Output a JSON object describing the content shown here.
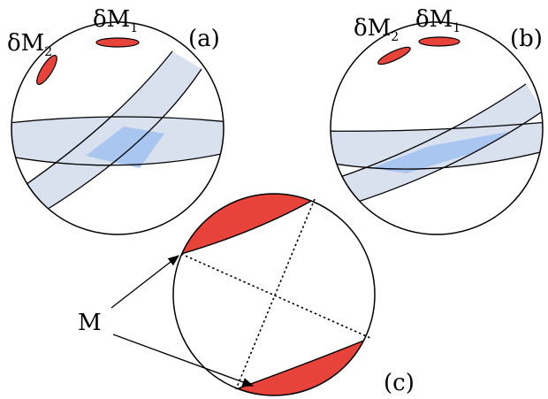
{
  "colors": {
    "spot": "#e8433a",
    "band": "#d9e0ee",
    "overlap": "#a9c6f0",
    "stroke": "#000000"
  },
  "panels": {
    "a": {
      "label": "(a)",
      "spot1": {
        "main": "δM",
        "sub": "1"
      },
      "spot2": {
        "main": "δM",
        "sub": "2"
      }
    },
    "b": {
      "label": "(b)",
      "spot1": {
        "main": "δM",
        "sub": "1"
      },
      "spot2": {
        "main": "δM",
        "sub": "2"
      }
    },
    "c": {
      "label": "(c)",
      "arrow_label": "M"
    }
  }
}
